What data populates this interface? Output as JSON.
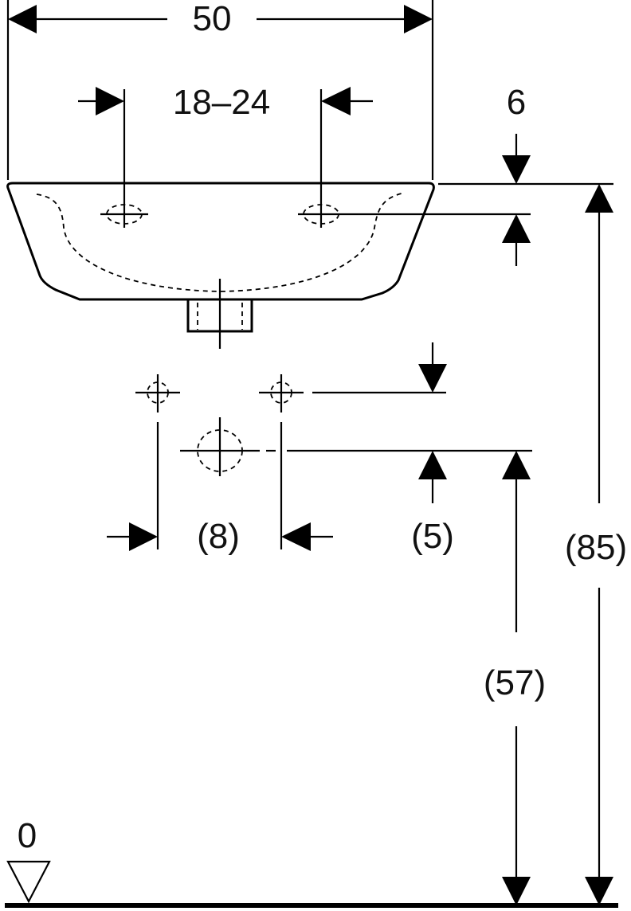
{
  "dimensions": {
    "overall_width": "50",
    "tap_hole_spacing": "18–24",
    "rim_to_tap_hole": "6",
    "supply_spacing": "(8)",
    "supply_to_waste": "(5)",
    "rim_height": "(85)",
    "waste_height": "(57)",
    "floor_level": "0"
  }
}
